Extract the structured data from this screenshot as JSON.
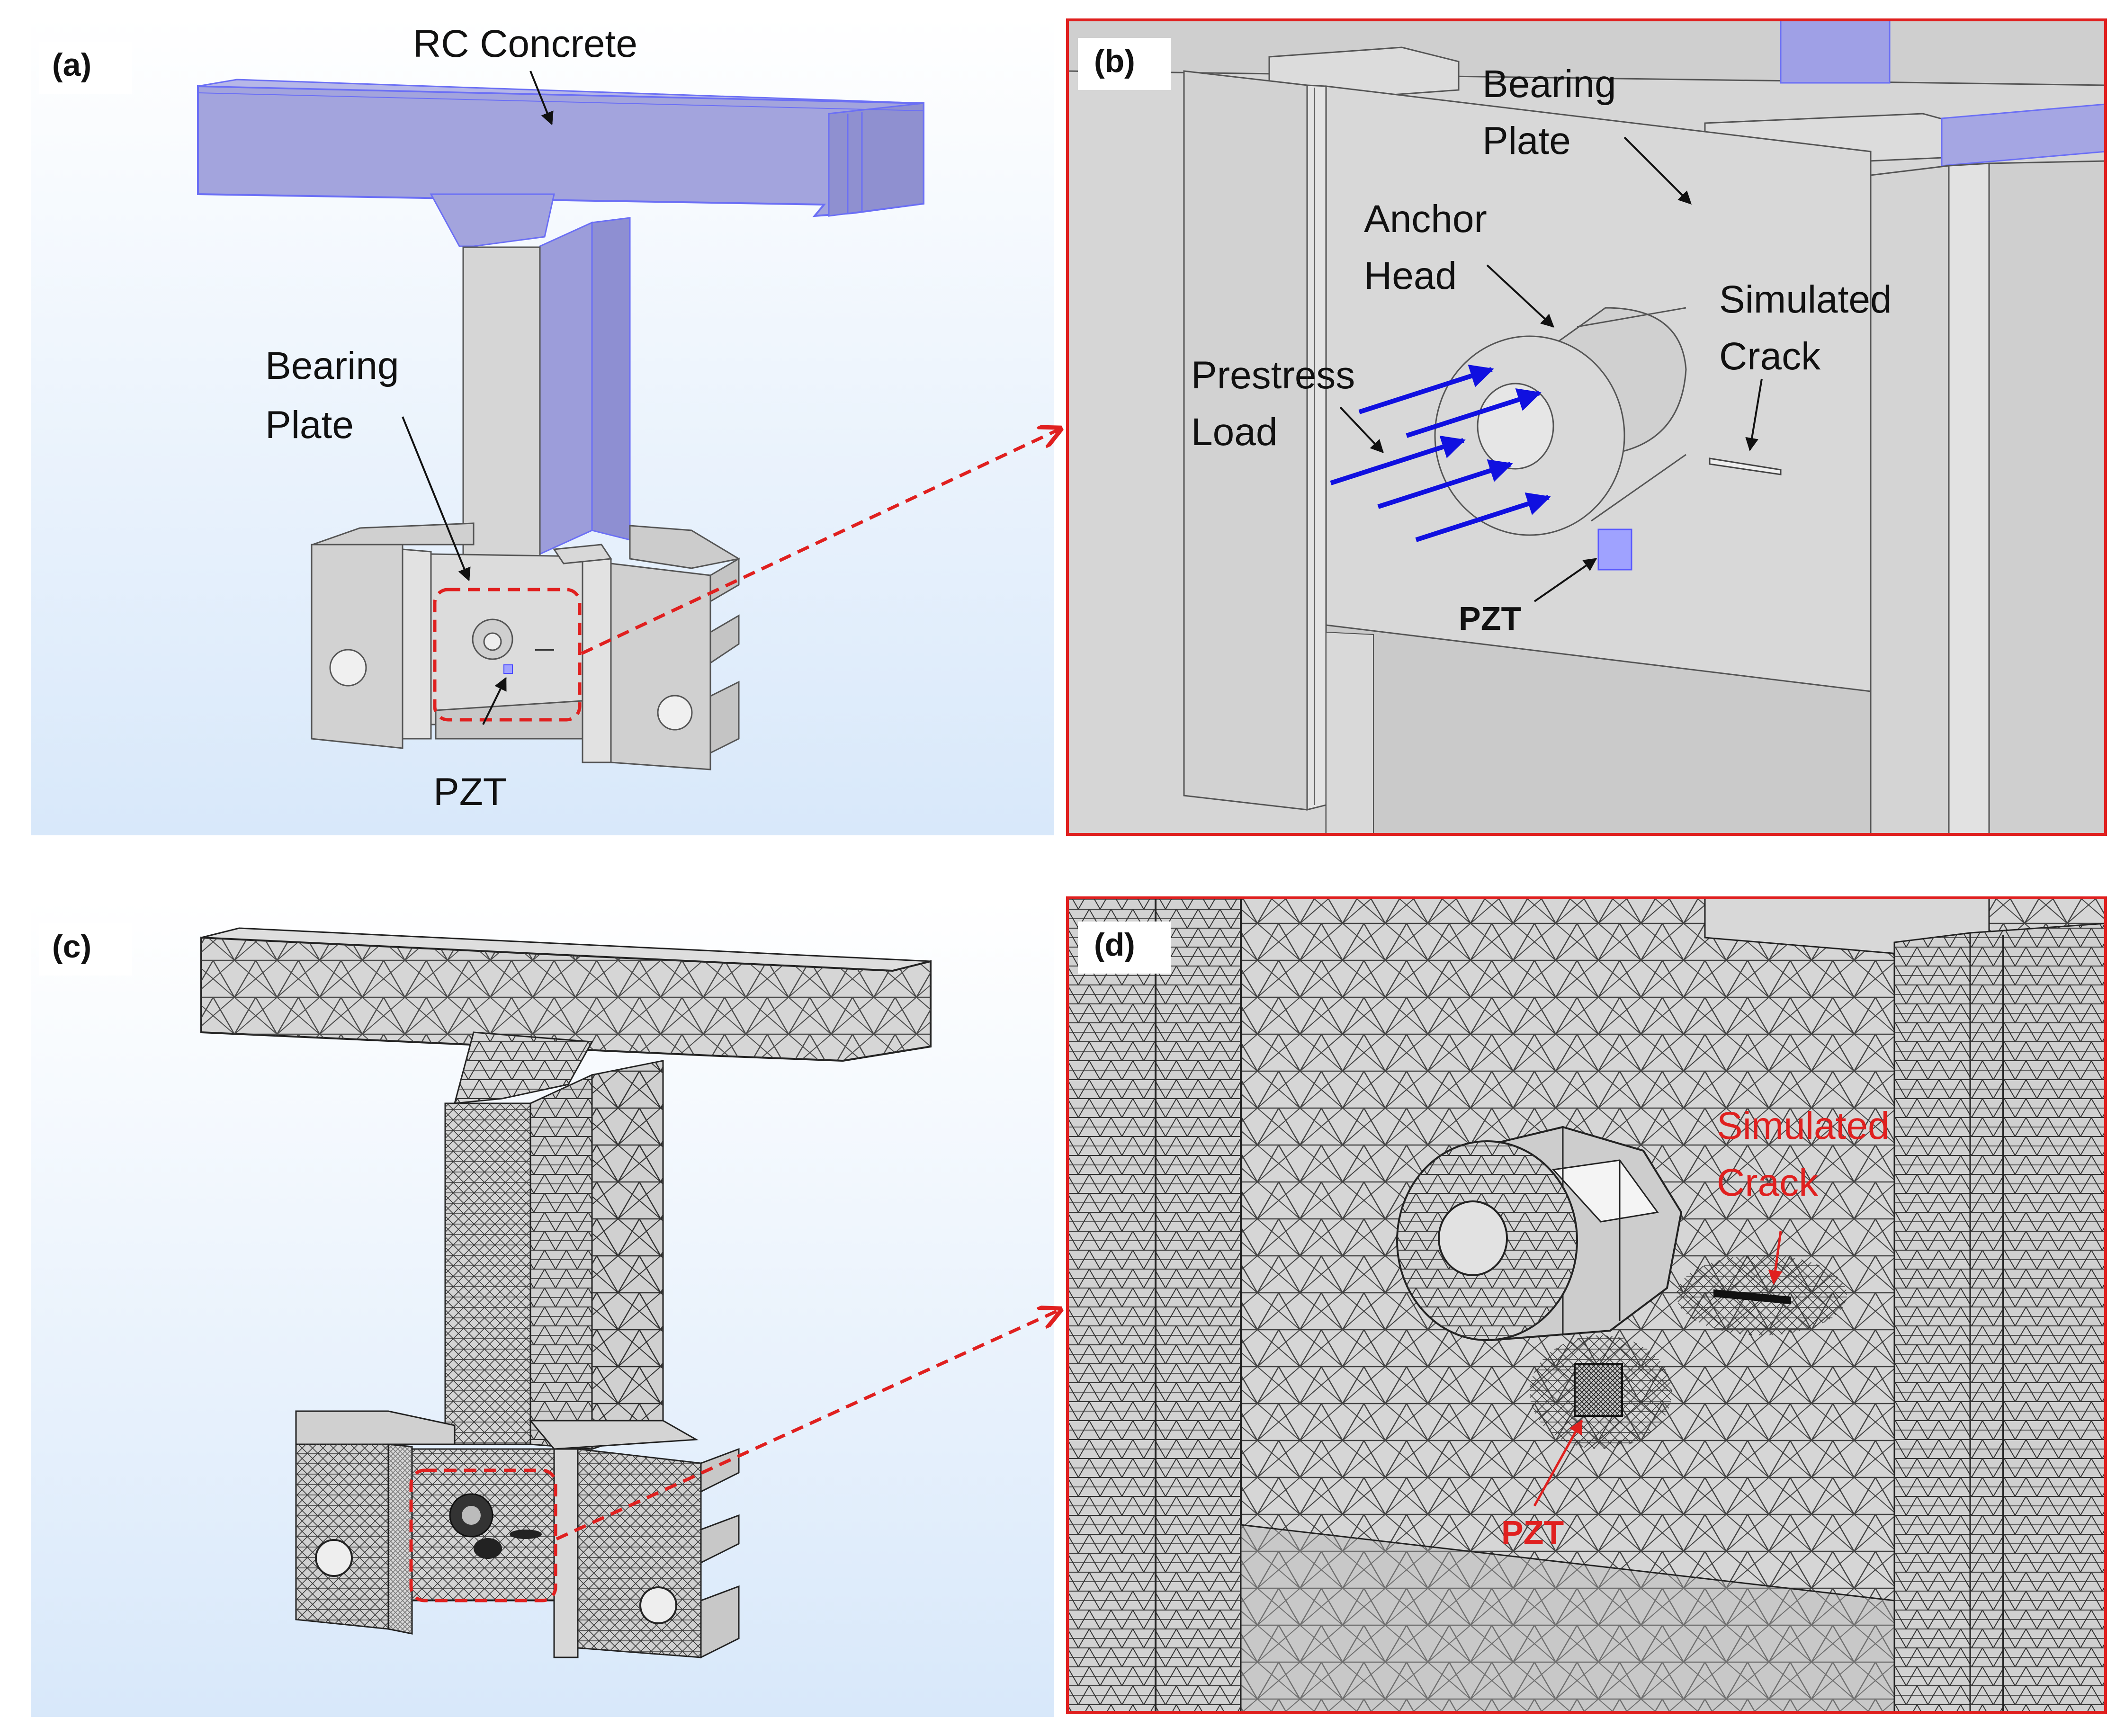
{
  "panels": {
    "a": {
      "tag": "(a)",
      "labels": {
        "rc_concrete": "RC Concrete",
        "bearing_plate_1": "Bearing",
        "bearing_plate_2": "Plate",
        "pzt": "PZT"
      }
    },
    "b": {
      "tag": "(b)",
      "labels": {
        "bearing_plate_1": "Bearing",
        "bearing_plate_2": "Plate",
        "anchor_head_1": "Anchor",
        "anchor_head_2": "Head",
        "prestress_load_1": "Prestress",
        "prestress_load_2": "Load",
        "simulated_crack_1": "Simulated",
        "simulated_crack_2": "Crack",
        "pzt": "PZT"
      }
    },
    "c": {
      "tag": "(c)"
    },
    "d": {
      "tag": "(d)",
      "labels": {
        "simulated_crack_1": "Simulated",
        "simulated_crack_2": "Crack",
        "pzt": "PZT"
      }
    }
  },
  "colors": {
    "concrete_blue": "#9d9ed9",
    "steel_grey": "#d3d3d3",
    "callout_red": "#e0201f",
    "arrow_blue": "#1010e0",
    "mesh_line": "#2a2a2a",
    "bg_top": "#ffffff",
    "bg_bottom": "#dbeafb"
  }
}
